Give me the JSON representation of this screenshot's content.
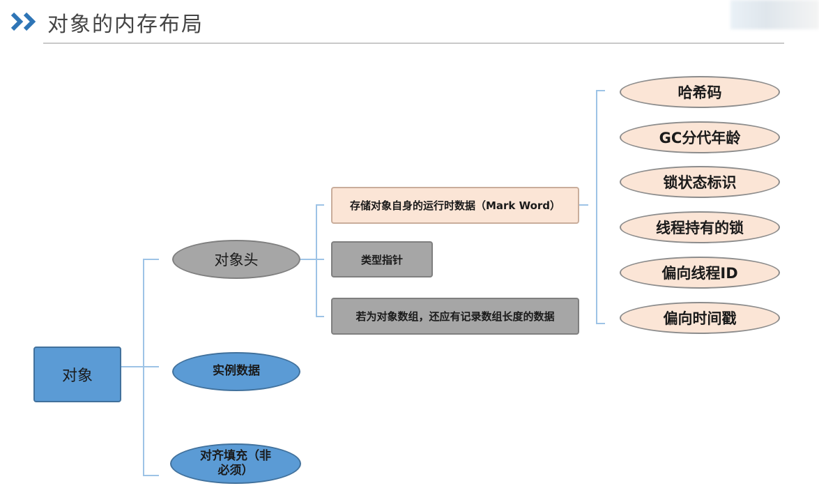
{
  "page_title": "对象的内存布局",
  "colors": {
    "accent_blue": "#2e75b6",
    "node_blue": "#5b9bd5",
    "node_gray": "#a6a6a6",
    "node_peach": "#fbe5d6",
    "connector": "#9dc3e6"
  },
  "icons": {
    "title_marker": "double-chevron-right-icon"
  },
  "diagram": {
    "root": "对象",
    "children": {
      "header": "对象头",
      "instance_data": "实例数据",
      "padding_line1": "对齐填充（非",
      "padding_line2": "必须）"
    },
    "header_children": {
      "mark_word": "存储对象自身的运行时数据（Mark Word）",
      "type_pointer": "类型指针",
      "array_length": "若为对象数组，还应有记录数组长度的数据"
    },
    "mark_word_items": [
      "哈希码",
      "GC分代年龄",
      "锁状态标识",
      "线程持有的锁",
      "偏向线程ID",
      "偏向时间戳"
    ]
  }
}
